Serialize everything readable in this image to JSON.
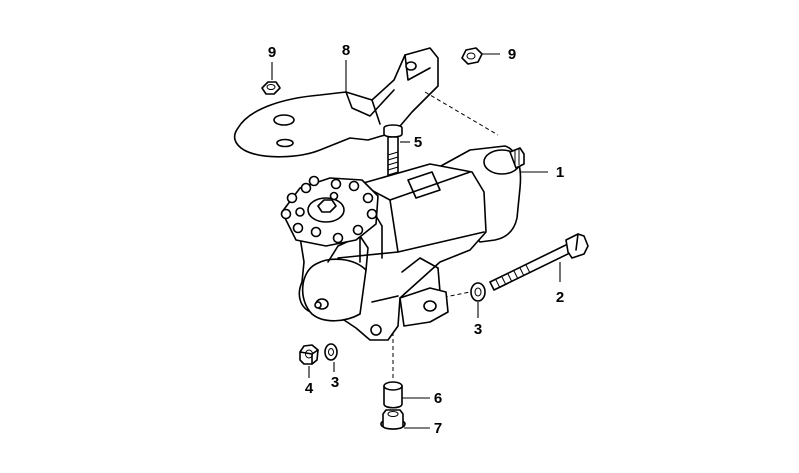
{
  "diagram": {
    "callouts": [
      {
        "id": "c1",
        "text": "1"
      },
      {
        "id": "c2",
        "text": "2"
      },
      {
        "id": "c3a",
        "text": "3"
      },
      {
        "id": "c3b",
        "text": "3"
      },
      {
        "id": "c4",
        "text": "4"
      },
      {
        "id": "c5",
        "text": "5"
      },
      {
        "id": "c6",
        "text": "6"
      },
      {
        "id": "c7",
        "text": "7"
      },
      {
        "id": "c8",
        "text": "8"
      },
      {
        "id": "c9a",
        "text": "9"
      },
      {
        "id": "c9b",
        "text": "9"
      }
    ]
  }
}
